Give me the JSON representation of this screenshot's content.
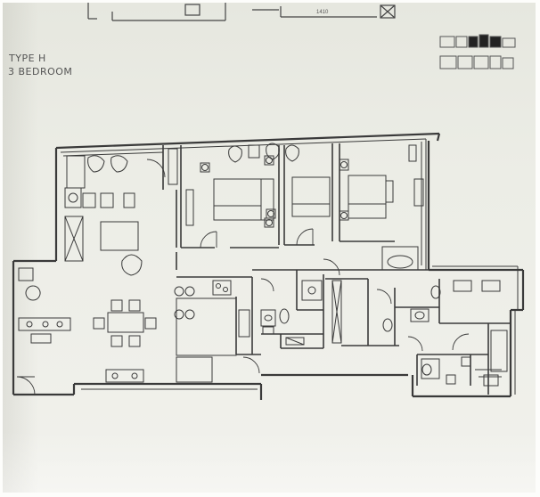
{
  "unit": {
    "type_label": "TYPE H",
    "bedroom_label": "3 BEDROOM"
  },
  "top_fragment": {
    "dimension_label": "1410"
  },
  "key_plan_icon": "key-plan-icon",
  "colors": {
    "paper": "#eceee7",
    "linework": "#3a3a3a",
    "text": "#555555"
  }
}
